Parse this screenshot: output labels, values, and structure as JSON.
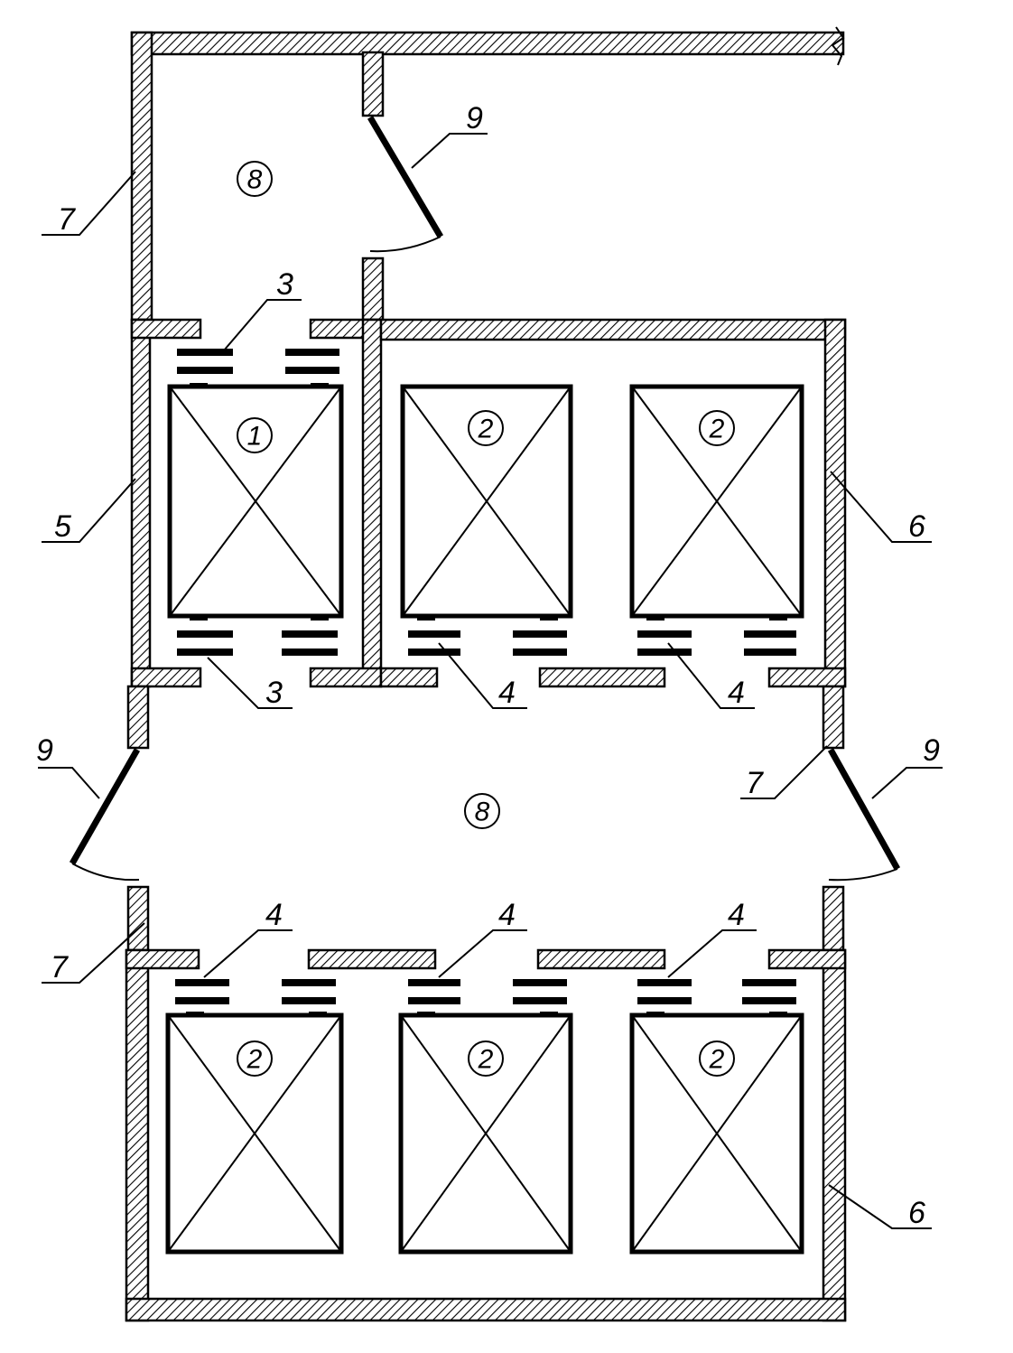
{
  "diagram": {
    "leader_labels": {
      "door_top": "9",
      "wall_top_left": "7",
      "door_elev_top": "3",
      "firewall_left": "5",
      "wall_right_upper": "6",
      "door_elev_bottom": "3",
      "door_upper_a": "4",
      "door_upper_b": "4",
      "door_left": "9",
      "wall_mid_right": "7",
      "door_right": "9",
      "wall_mid_left": "7",
      "door_lower_a": "4",
      "door_lower_b": "4",
      "door_lower_c": "4",
      "wall_right_lower": "6"
    },
    "room_labels": {
      "lobby_top": "8",
      "lobby_middle": "8",
      "shaft_fire": "1",
      "shaft_u1": "2",
      "shaft_u2": "2",
      "shaft_l1": "2",
      "shaft_l2": "2",
      "shaft_l3": "2"
    }
  }
}
